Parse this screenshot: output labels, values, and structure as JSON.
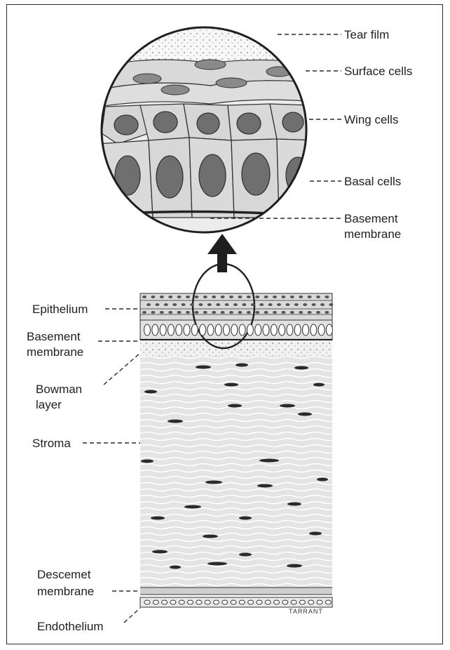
{
  "labels": {
    "tear_film": "Tear film",
    "surface_cells": "Surface cells",
    "wing_cells": "Wing cells",
    "basal_cells": "Basal cells",
    "basement_membrane_top_1": "Basement",
    "basement_membrane_top_2": "membrane",
    "epithelium": "Epithelium",
    "basement_membrane_1": "Basement",
    "basement_membrane_2": "membrane",
    "bowman_1": "Bowman",
    "bowman_2": "layer",
    "stroma": "Stroma",
    "descemet_1": "Descemet",
    "descemet_2": "membrane",
    "endothelium": "Endothelium"
  },
  "signature": "TARRANT",
  "colors": {
    "ink": "#1f1f1f",
    "stroma": "#e6e6e6",
    "bowman": "#ededed",
    "nucleus": "#6f6f6f",
    "cytoplasm": "#dcdcdc"
  }
}
